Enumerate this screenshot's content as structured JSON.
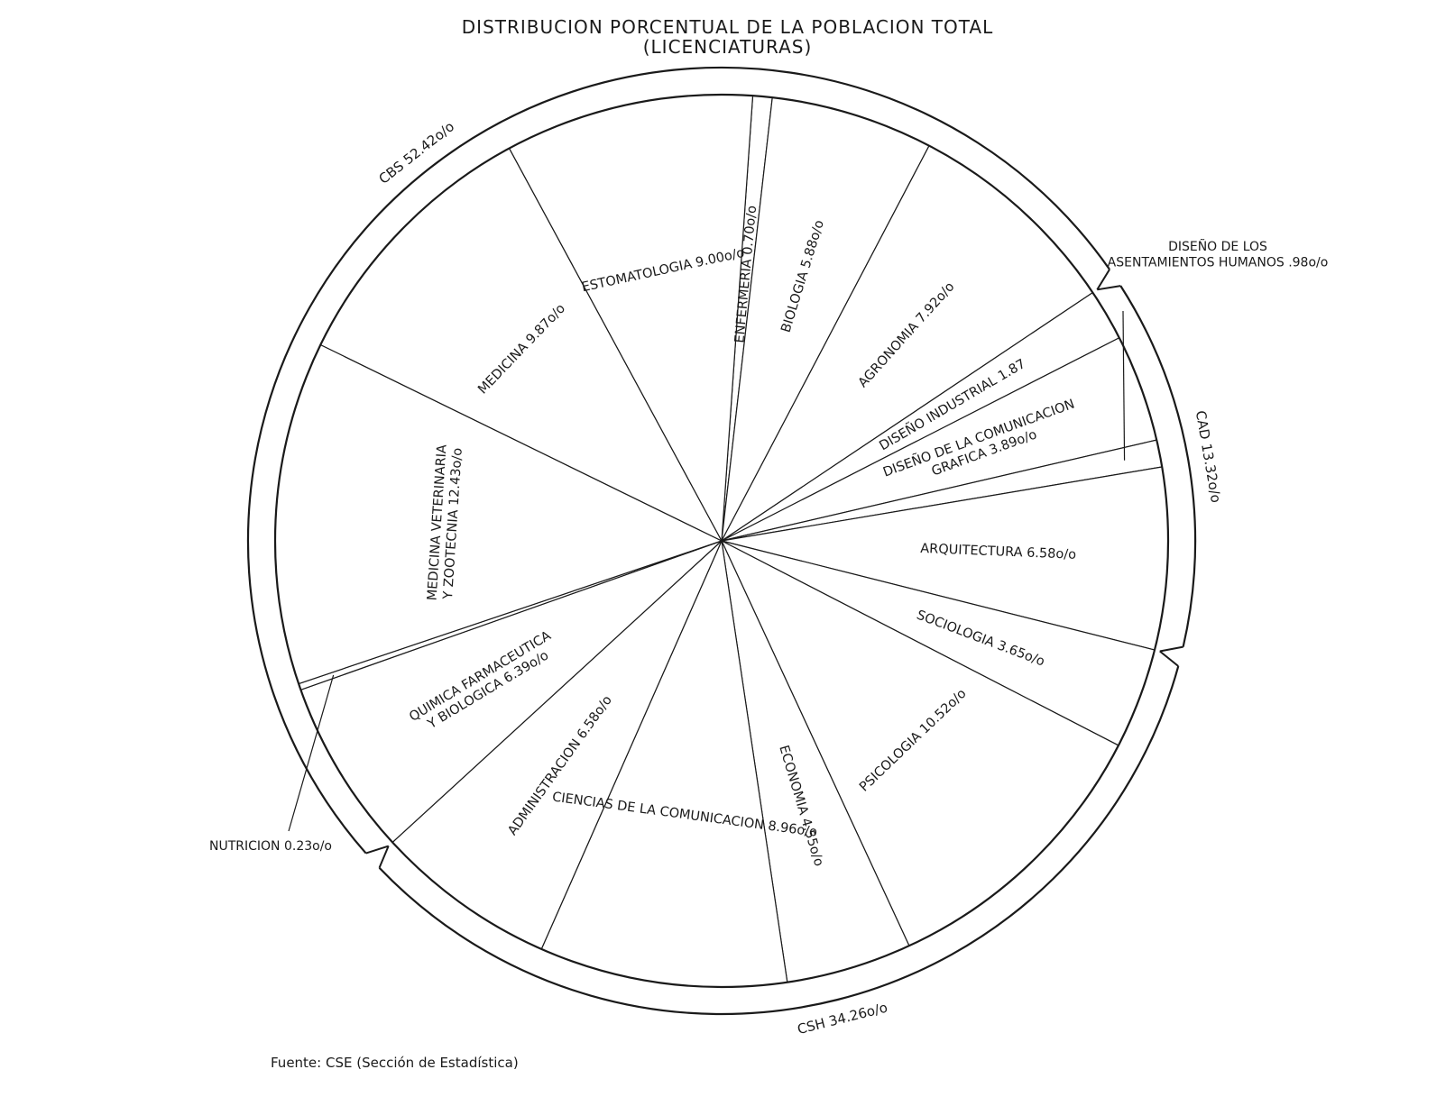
{
  "chart_data": {
    "type": "pie",
    "title": "DISTRIBUCION PORCENTUAL DE LA POBLACION TOTAL",
    "subtitle": "(LICENCIATURAS)",
    "categories": [
      "ENFERMERIA",
      "BIOLOGIA",
      "AGRONOMIA",
      "DISEÑO INDUSTRIAL",
      "DISEÑO DE LA COMUNICACION GRAFICA",
      "DISEÑO DE LOS ASENTAMIENTOS HUMANOS",
      "ARQUITECTURA",
      "SOCIOLOGIA",
      "PSICOLOGIA",
      "ECONOMIA",
      "CIENCIAS DE LA COMUNICACION",
      "ADMINISTRACION",
      "QUIMICA FARMACEUTICA Y BIOLOGICA",
      "NUTRICION",
      "MEDICINA VETERINARIA Y ZOOTECNIA",
      "MEDICINA",
      "ESTOMATOLOGIA"
    ],
    "values": [
      0.7,
      5.88,
      7.92,
      1.87,
      3.89,
      0.98,
      6.58,
      3.65,
      10.52,
      4.55,
      8.96,
      6.58,
      6.39,
      0.23,
      12.43,
      9.87,
      9.0
    ],
    "slice_labels": [
      [
        "ENFERMERIA 0.70o/o"
      ],
      [
        "BIOLOGIA 5.88o/o"
      ],
      [
        "AGRONOMIA 7.92o/o"
      ],
      [
        "DISEÑO INDUSTRIAL 1.87"
      ],
      [
        "DISEÑO DE LA COMUNICACION",
        "GRAFICA 3.89o/o"
      ],
      [
        "DISEÑO DE LOS",
        "ASENTAMIENTOS HUMANOS .98o/o"
      ],
      [
        "ARQUITECTURA 6.58o/o"
      ],
      [
        "SOCIOLOGIA 3.65o/o"
      ],
      [
        "PSICOLOGIA 10.52o/o"
      ],
      [
        "ECONOMIA 4.55o/o"
      ],
      [
        "CIENCIAS DE LA COMUNICACION 8.96o/o"
      ],
      [
        "ADMINISTRACION 6.58o/o"
      ],
      [
        "QUIMICA FARMACEUTICA",
        "Y BIOLOGICA 6.39o/o"
      ],
      [
        "NUTRICION 0.23o/o"
      ],
      [
        "MEDICINA VETERINARIA",
        "Y ZOOTECNIA 12.43o/o"
      ],
      [
        "MEDICINA 9.87o/o"
      ],
      [
        "ESTOMATOLOGIA 9.00o/o"
      ]
    ],
    "groups": [
      {
        "label": "CAD 13.32o/o",
        "slices": [
          3,
          4,
          5,
          6
        ]
      },
      {
        "label": "CSH 34.26o/o",
        "slices": [
          7,
          8,
          9,
          10,
          11
        ]
      },
      {
        "label": "CBS 52.42o/o",
        "slices": [
          12,
          13,
          14,
          15,
          16,
          0,
          1,
          2
        ]
      }
    ],
    "source": "Fuente: CSE (Sección de Estadística)",
    "legend": "none"
  }
}
